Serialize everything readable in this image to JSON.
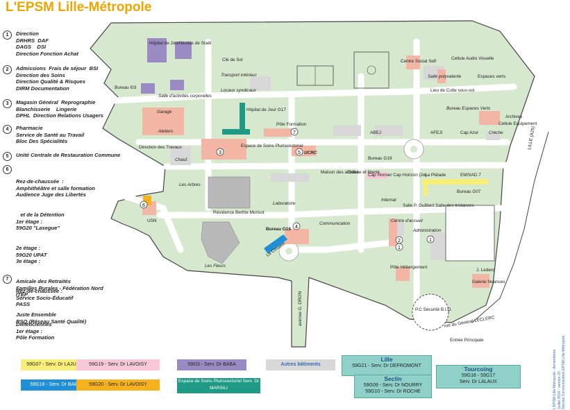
{
  "title": "L'EPSM Lille-Métropole",
  "legend": [
    {
      "num": "1",
      "lines": [
        "Direction",
        "DRHRS  DAF",
        "DAGS    DSI",
        "Direction Fonction Achat"
      ]
    },
    {
      "num": "2",
      "lines": [
        "Admissions  Frais de séjour  BSI",
        "Direction des Soins",
        "Direction Qualité & Risques",
        "DIRM Documentation"
      ]
    },
    {
      "num": "3",
      "lines": [
        "Magasin Général  Reprographie",
        "Blanchisserie    Lingerie",
        "DPHL  Direction Relations Usagers"
      ]
    },
    {
      "num": "4",
      "lines": [
        "Pharmacie",
        "Service de Santé au Travail",
        "Bloc Des Spécialités"
      ]
    },
    {
      "num": "5",
      "lines": [
        "Unité Centrale de Restauration Commune"
      ]
    },
    {
      "num": "6",
      "lines": [
        "Rez-de-chaussée  :",
        "Amphithéâtre et salle formation",
        "Audience Juge des Libertés",
        "   et de la Détention",
        "1er étage :",
        "59G20 \"Lasegue\"",
        "2e étage :",
        "59G20 UPAT",
        "3e étage :",
        "Amicale des Retraités",
        "Familles Rurales - Fédération Nord",
        "ITEP",
        "Juste Ensemble",
        "RSQ (Réseau Santé Qualité)"
      ]
    },
    {
      "num": "7",
      "lines": [
        "Rez-de-chaussée :",
        "Service Socio-Éducatif",
        "PASS",
        "Diététiciennes",
        "1er étage :",
        "Pôle Formation"
      ]
    }
  ],
  "map_labels": {
    "hopital_de_jour": "Hôpital de Jour",
    "nicolas_de_stael": "Nicolas de Staël",
    "cle_de_sol": "Clé de Sol",
    "transport_interieur": "Transport intérieur",
    "locaux_syndicaux": "Locaux syndicaux",
    "bureau_i03": "Bureau I03",
    "salle_activites": "Salle d'activités corporelles",
    "hopital_de_jour_g17": "Hôpital de Jour G17",
    "garage": "Garage",
    "ateliers": "Ateliers",
    "pole_formation": "Pôle Formation",
    "abej": "ABEJ",
    "afeji": "AFEJI",
    "cap_azur": "Cap Azur",
    "creche": "Crèche",
    "centre_social_self": "Centre Social Self",
    "cellule_audio": "Cellule Audio Visuelle",
    "salle_polyvalente": "Salle polyvalente",
    "lieu_de_culte": "Lieu de Culte sous-sol",
    "espaces_verts": "Espaces verts",
    "bureau_espaces_verts": "Bureau Espaces Verts",
    "archives": "Archives",
    "cellule_equipement": "Cellule Equipement",
    "direction_des_travaux": "Direction des Travaux",
    "espace_soins": "Espace de Soins Pluriscectoriel",
    "ucrc": "UCRC",
    "bureau_g19": "Bureau G19",
    "chauf": "Chauf.",
    "maison_artistes": "Maison des artistes",
    "culture_liberte": "Culture et liberté",
    "cap_hornier": "Cap Hornier Cap Horizon (2e)",
    "la_pleiade": "La Pléiade",
    "emsiad": "EMSIAD 7",
    "bureau_g07": "Bureau G07",
    "les_arbres": "Les Arbres",
    "laboratoire": "Laboratoire",
    "internat": "Internat",
    "salle_gulbert": "Salle P. Guilbert Salle des Instances",
    "residence": "Résidence Berthe Morisot",
    "usn": "USN",
    "bureau_g18": "Bureau G18",
    "communication": "Communication",
    "centre_accueil": "Centre d'accueil",
    "administration": "Administration",
    "la_cimaise": "La Cimaise",
    "les_fleurs": "Les Fleurs",
    "pole_hebergement": "Pôle Hébergement",
    "j_lederq": "J. Lederq",
    "galerie_nuances": "Galerie Nuances",
    "avenue_dron": "avenue G. DRON",
    "rue_leclerc": "rue du Général LECLERC",
    "pc_securite": "P.C Sécurité B.I.O.",
    "entree_principale": "Entrée Principale",
    "lille_a25": "LILLE (A25)"
  },
  "key": [
    {
      "label": "59G07 - Serv. Dr LAJUGIE",
      "color": "#f7ef7a"
    },
    {
      "label": "59G19 - Serv. Dr LAVOISY",
      "color": "#f8c8d8"
    },
    {
      "label": "59I03 - Serv. Dr BABA",
      "color": "#9b8bc4"
    },
    {
      "label": "Autres bâtiments",
      "color": "#d8d8d8"
    },
    {
      "label": "59G18 - Serv. Dr BABA",
      "color": "#1f8fd8"
    },
    {
      "label": "59G20 - Serv. Dr LAVOISY",
      "color": "#f6b21c"
    },
    {
      "label": "Espace de Soins Pluriscectoriel Serv. Dr MARSILI",
      "color": "#1f9b85"
    }
  ],
  "cities": {
    "lille": {
      "name": "Lille",
      "lines": [
        "59G21 - Serv. Dr DEFROMONT"
      ]
    },
    "seclin": {
      "name": "Seclin",
      "lines": [
        "59G09 - Serv. Dr NOURRY",
        "59G10 - Serv. Dr ROCHE"
      ]
    },
    "tourcoing": {
      "name": "Tourcoing",
      "lines": [
        "59G16 - 59G17",
        "Serv. Dr LALAUX"
      ]
    }
  },
  "credit": [
    "L'EPSM Lille-Métropole - Armentières",
    "Juillet 2019 - version 23",
    "Service Communication EPSM Lille-Métropole"
  ]
}
